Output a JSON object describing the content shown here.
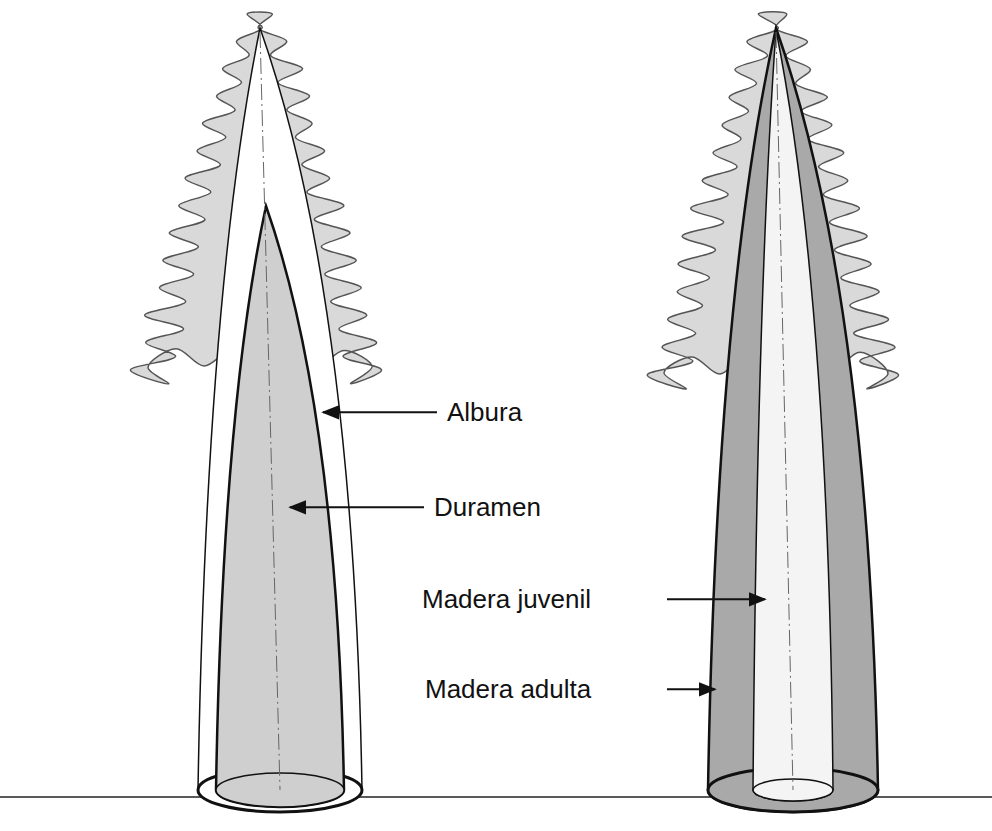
{
  "diagram": {
    "labels": [
      "Albura",
      "Duramen",
      "Madera juvenil",
      "Madera adulta"
    ]
  }
}
